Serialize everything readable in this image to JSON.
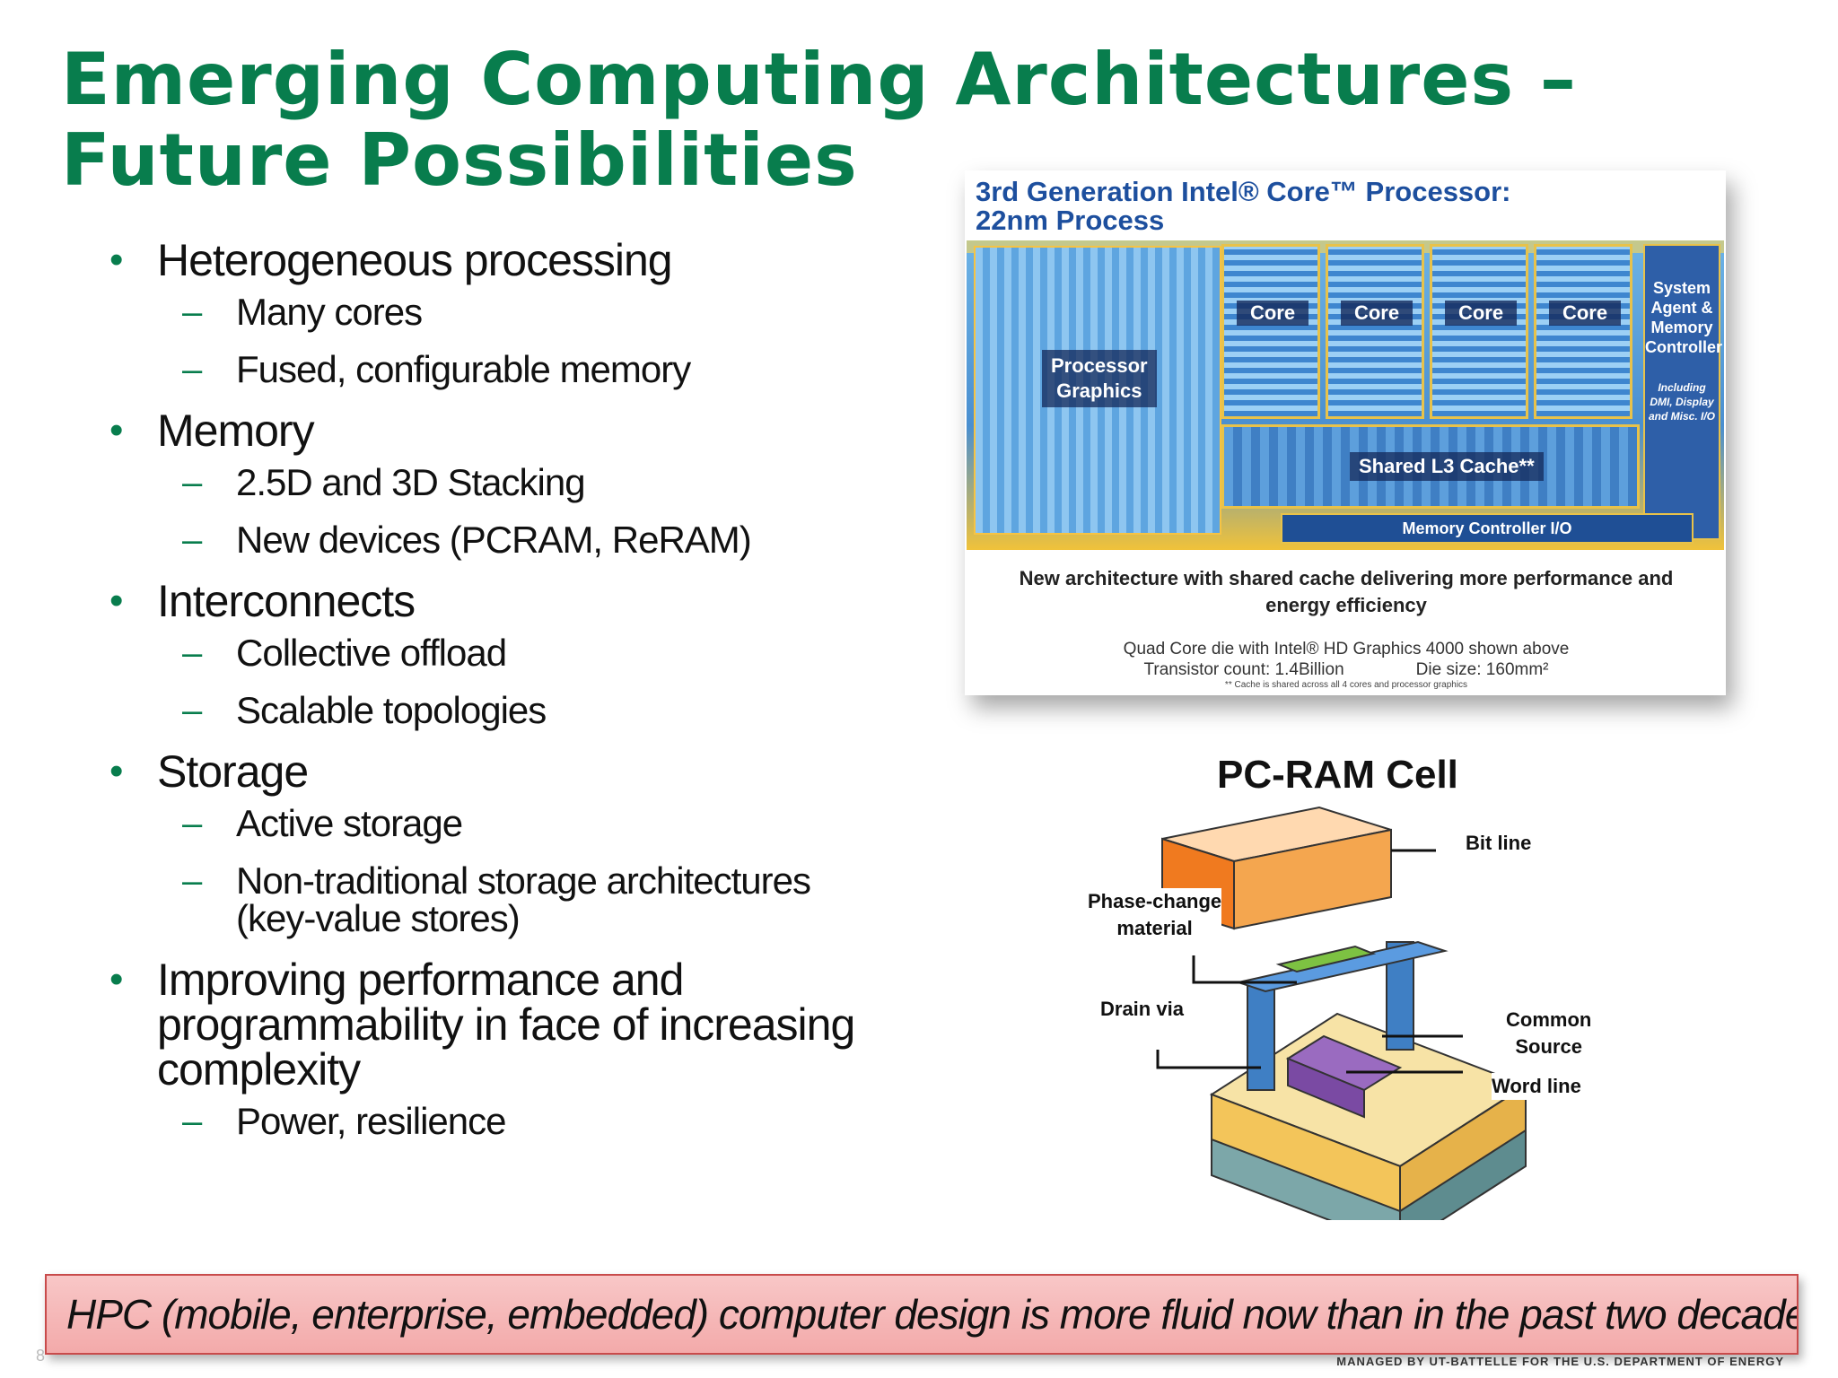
{
  "title": {
    "line1": "Emerging Computing Architectures –",
    "line2": "Future Possibilities"
  },
  "bullets": [
    {
      "text": "Heterogeneous processing",
      "subs": [
        "Many cores",
        "Fused, configurable memory"
      ]
    },
    {
      "text": "Memory",
      "subs": [
        "2.5D and 3D Stacking",
        "New devices (PCRAM, ReRAM)"
      ]
    },
    {
      "text": "Interconnects",
      "subs": [
        "Collective offload",
        "Scalable topologies"
      ]
    },
    {
      "text": "Storage",
      "subs": [
        "Active storage",
        "Non-traditional storage architectures (key-value stores)"
      ]
    },
    {
      "text": "Improving performance and programmability in face of increasing complexity",
      "subs": [
        "Power, resilience"
      ]
    }
  ],
  "chip_figure": {
    "title_line1": "3rd Generation Intel® Core™ Processor:",
    "title_line2": "22nm Process",
    "graphics_label_line1": "Processor",
    "graphics_label_line2": "Graphics",
    "core_label": "Core",
    "system_agent_lines": [
      "System",
      "Agent &",
      "Memory",
      "Controller"
    ],
    "system_agent_sub_lines": [
      "Including",
      "DMI, Display",
      "and Misc. I/O"
    ],
    "l3_label": "Shared L3 Cache**",
    "memio_label": "Memory Controller I/O",
    "caption": "New architecture with shared cache delivering more performance and energy efficiency",
    "caption2": "Quad Core die with Intel® HD Graphics 4000 shown above",
    "transistor_count": "Transistor count: 1.4Billion",
    "die_size": "Die size: 160mm²",
    "footnote": "** Cache is shared across all 4 cores and processor graphics"
  },
  "pcram_figure": {
    "title": "PC-RAM Cell",
    "labels": {
      "bit_line": "Bit line",
      "phase_change_line1": "Phase-change",
      "phase_change_line2": "material",
      "drain_via": "Drain via",
      "common_line1": "Common",
      "common_line2": "Source",
      "word_line": "Word line"
    }
  },
  "banner": "HPC (mobile, enterprise, embedded) computer design is more fluid now than in the past two decades.",
  "page_number": "8",
  "footer": "MANAGED BY UT-BATTELLE FOR THE U.S. DEPARTMENT OF ENERGY"
}
